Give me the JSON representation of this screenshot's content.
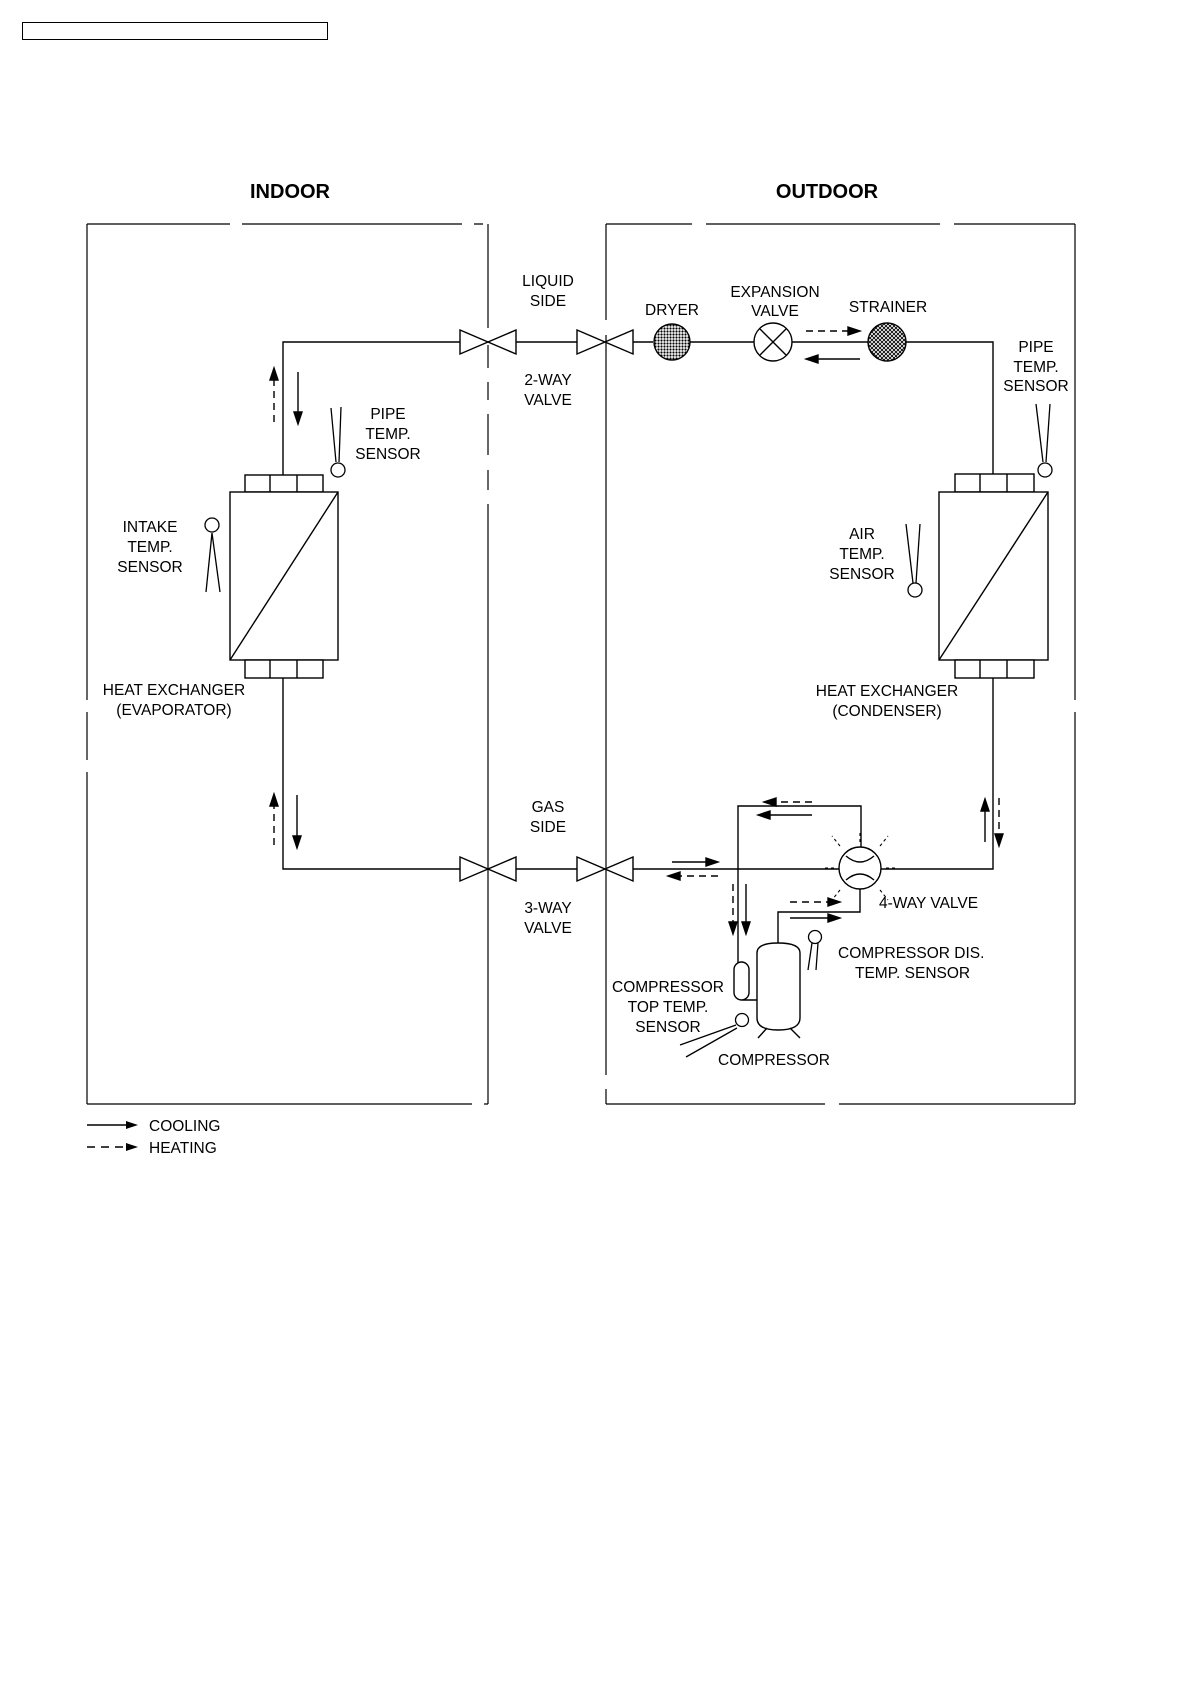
{
  "header": {
    "box_text": ""
  },
  "sections": {
    "indoor": "INDOOR",
    "outdoor": "OUTDOOR"
  },
  "labels": {
    "liquid_side": [
      "LIQUID",
      "SIDE"
    ],
    "two_way_valve": [
      "2-WAY",
      "VALVE"
    ],
    "gas_side": [
      "GAS",
      "SIDE"
    ],
    "three_way_valve": [
      "3-WAY",
      "VALVE"
    ],
    "dryer": "DRYER",
    "expansion_valve": [
      "EXPANSION",
      "VALVE"
    ],
    "strainer": "STRAINER",
    "indoor_pipe_sensor": [
      "PIPE",
      "TEMP.",
      "SENSOR"
    ],
    "outdoor_pipe_sensor": [
      "PIPE",
      "TEMP.",
      "SENSOR"
    ],
    "intake_sensor": [
      "INTAKE",
      "TEMP.",
      "SENSOR"
    ],
    "air_sensor": [
      "AIR",
      "TEMP.",
      "SENSOR"
    ],
    "evaporator": [
      "HEAT EXCHANGER",
      "(EVAPORATOR)"
    ],
    "condenser": [
      "HEAT EXCHANGER",
      "(CONDENSER)"
    ],
    "four_way_valve": "4-WAY VALVE",
    "compressor_dis_sensor": [
      "COMPRESSOR DIS.",
      "TEMP. SENSOR"
    ],
    "compressor_top_sensor": [
      "COMPRESSOR",
      "TOP TEMP.",
      "SENSOR"
    ],
    "compressor": "COMPRESSOR"
  },
  "legend": {
    "cooling": "COOLING",
    "heating": "HEATING"
  }
}
